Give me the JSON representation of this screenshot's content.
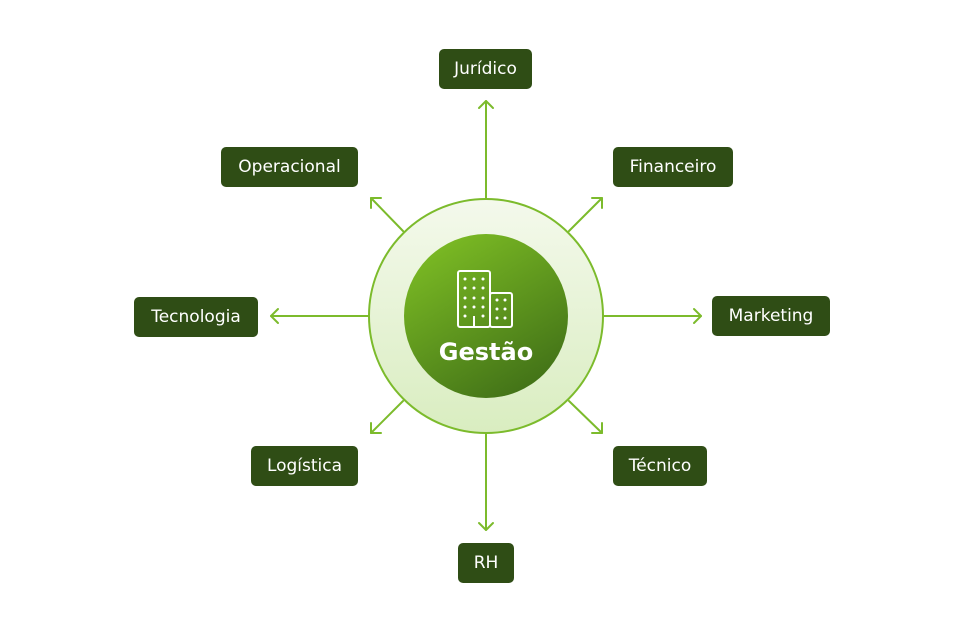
{
  "center": {
    "label": "Gestão",
    "icon": "buildings-icon"
  },
  "nodes": [
    {
      "label": "Jurídico"
    },
    {
      "label": "Financeiro"
    },
    {
      "label": "Marketing"
    },
    {
      "label": "Técnico"
    },
    {
      "label": "RH"
    },
    {
      "label": "Logística"
    },
    {
      "label": "Tecnologia"
    },
    {
      "label": "Operacional"
    }
  ],
  "colors": {
    "node_bg": "#2f4d15",
    "arrow": "#7cbb2c",
    "outer_ring": "#e6f2d6",
    "inner_top": "#7dbd24",
    "inner_bottom": "#3f6e17"
  }
}
